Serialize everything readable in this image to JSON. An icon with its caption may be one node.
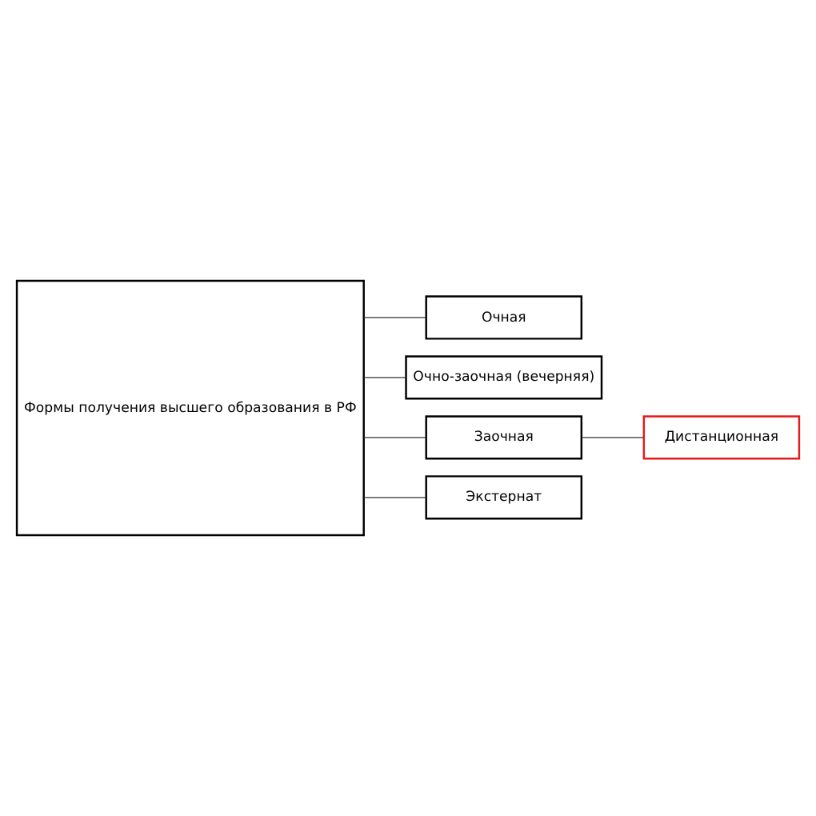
{
  "diagram": {
    "nodes": [
      {
        "text": [
          "Формы получения высшего образования в РФ"
        ]
      },
      {
        "text": [
          "Очная"
        ]
      },
      {
        "text": [
          "Очно-заочная (вечерняя)"
        ]
      },
      {
        "text": [
          "Заочная"
        ]
      },
      {
        "text": [
          "Экстернат"
        ]
      },
      {
        "text": [
          "Дистанционная"
        ]
      }
    ],
    "edges": [
      {
        "from": 0,
        "to": 1,
        "arrow": "none"
      },
      {
        "from": 0,
        "to": 2,
        "arrow": "none"
      },
      {
        "from": 0,
        "to": 3,
        "arrow": "none"
      },
      {
        "from": 0,
        "to": 4,
        "arrow": "none"
      },
      {
        "from": 3,
        "to": 5,
        "arrow": "none"
      }
    ]
  }
}
